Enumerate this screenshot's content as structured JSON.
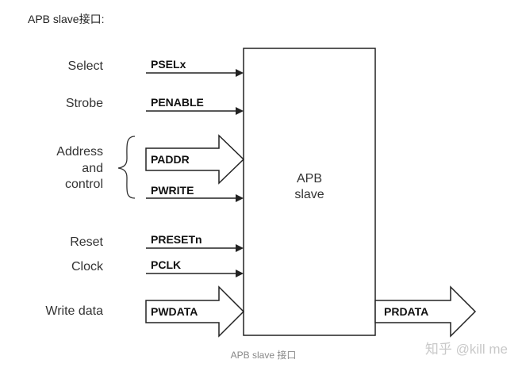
{
  "heading": "APB slave接口:",
  "block": {
    "line1": "APB",
    "line2": "slave"
  },
  "left_labels": {
    "select": "Select",
    "strobe": "Strobe",
    "address_1": "Address",
    "address_2": "and",
    "address_3": "control",
    "reset": "Reset",
    "clock": "Clock",
    "write_data": "Write data"
  },
  "signals": {
    "psel": "PSELx",
    "penable": "PENABLE",
    "paddr": "PADDR",
    "pwrite": "PWRITE",
    "preset": "PRESETn",
    "pclk": "PCLK",
    "pwdata": "PWDATA",
    "prdata": "PRDATA"
  },
  "caption": "APB slave 接口",
  "watermark": "知乎 @kill me"
}
